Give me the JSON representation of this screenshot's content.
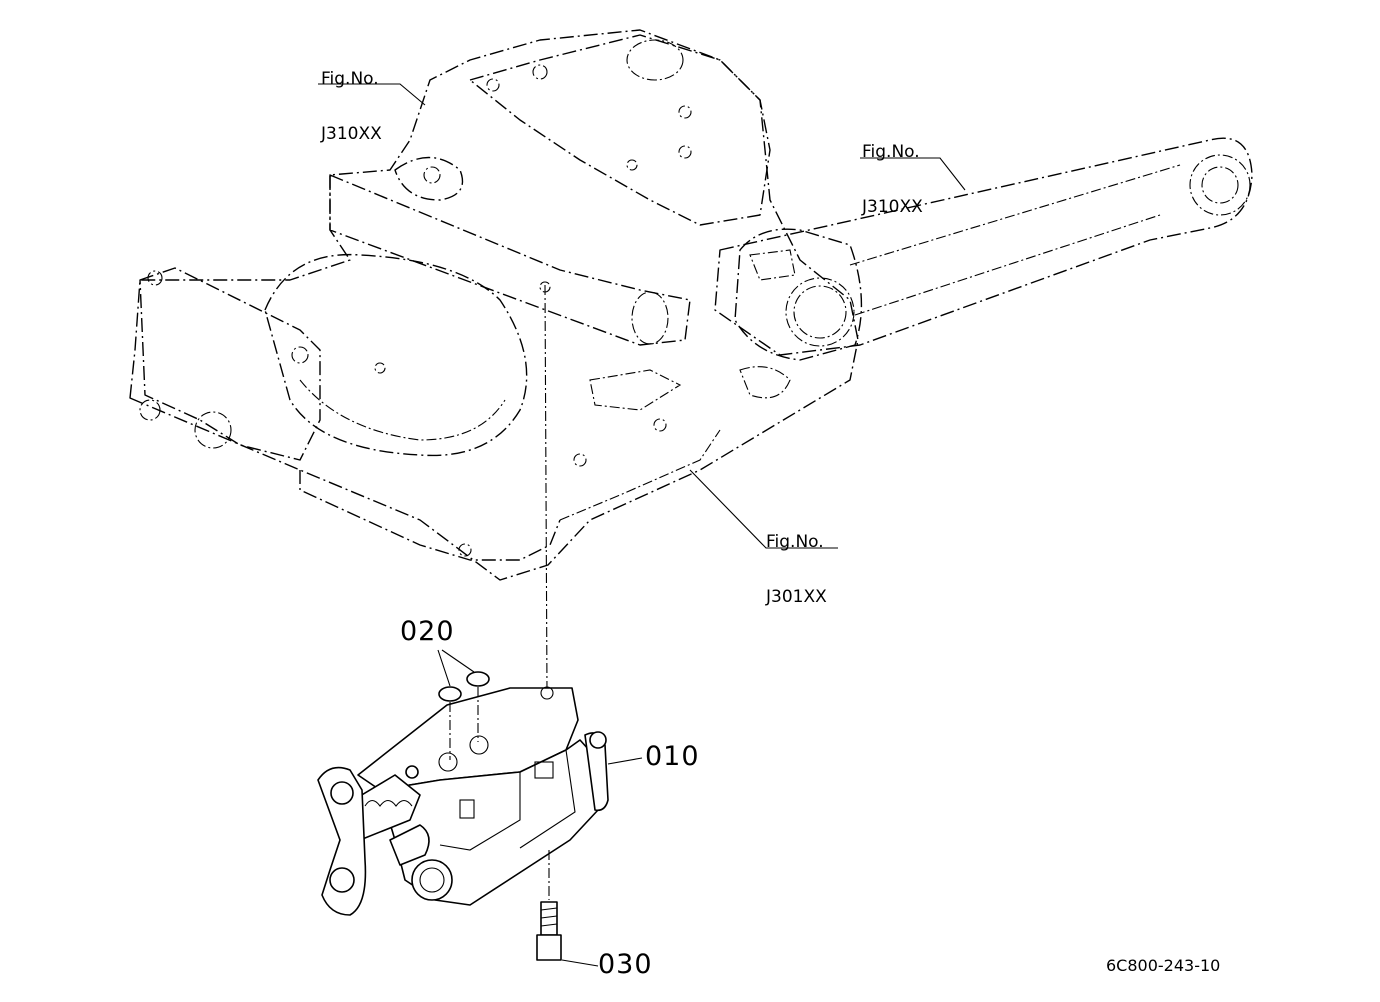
{
  "references": [
    {
      "prefix": "Fig.No.",
      "code": "J310XX"
    },
    {
      "prefix": "Fig.No.",
      "code": "J310XX"
    },
    {
      "prefix": "Fig.No.",
      "code": "J301XX"
    }
  ],
  "parts": [
    {
      "number": "010"
    },
    {
      "number": "020"
    },
    {
      "number": "030"
    }
  ],
  "drawing_number": "6C800-243-10"
}
